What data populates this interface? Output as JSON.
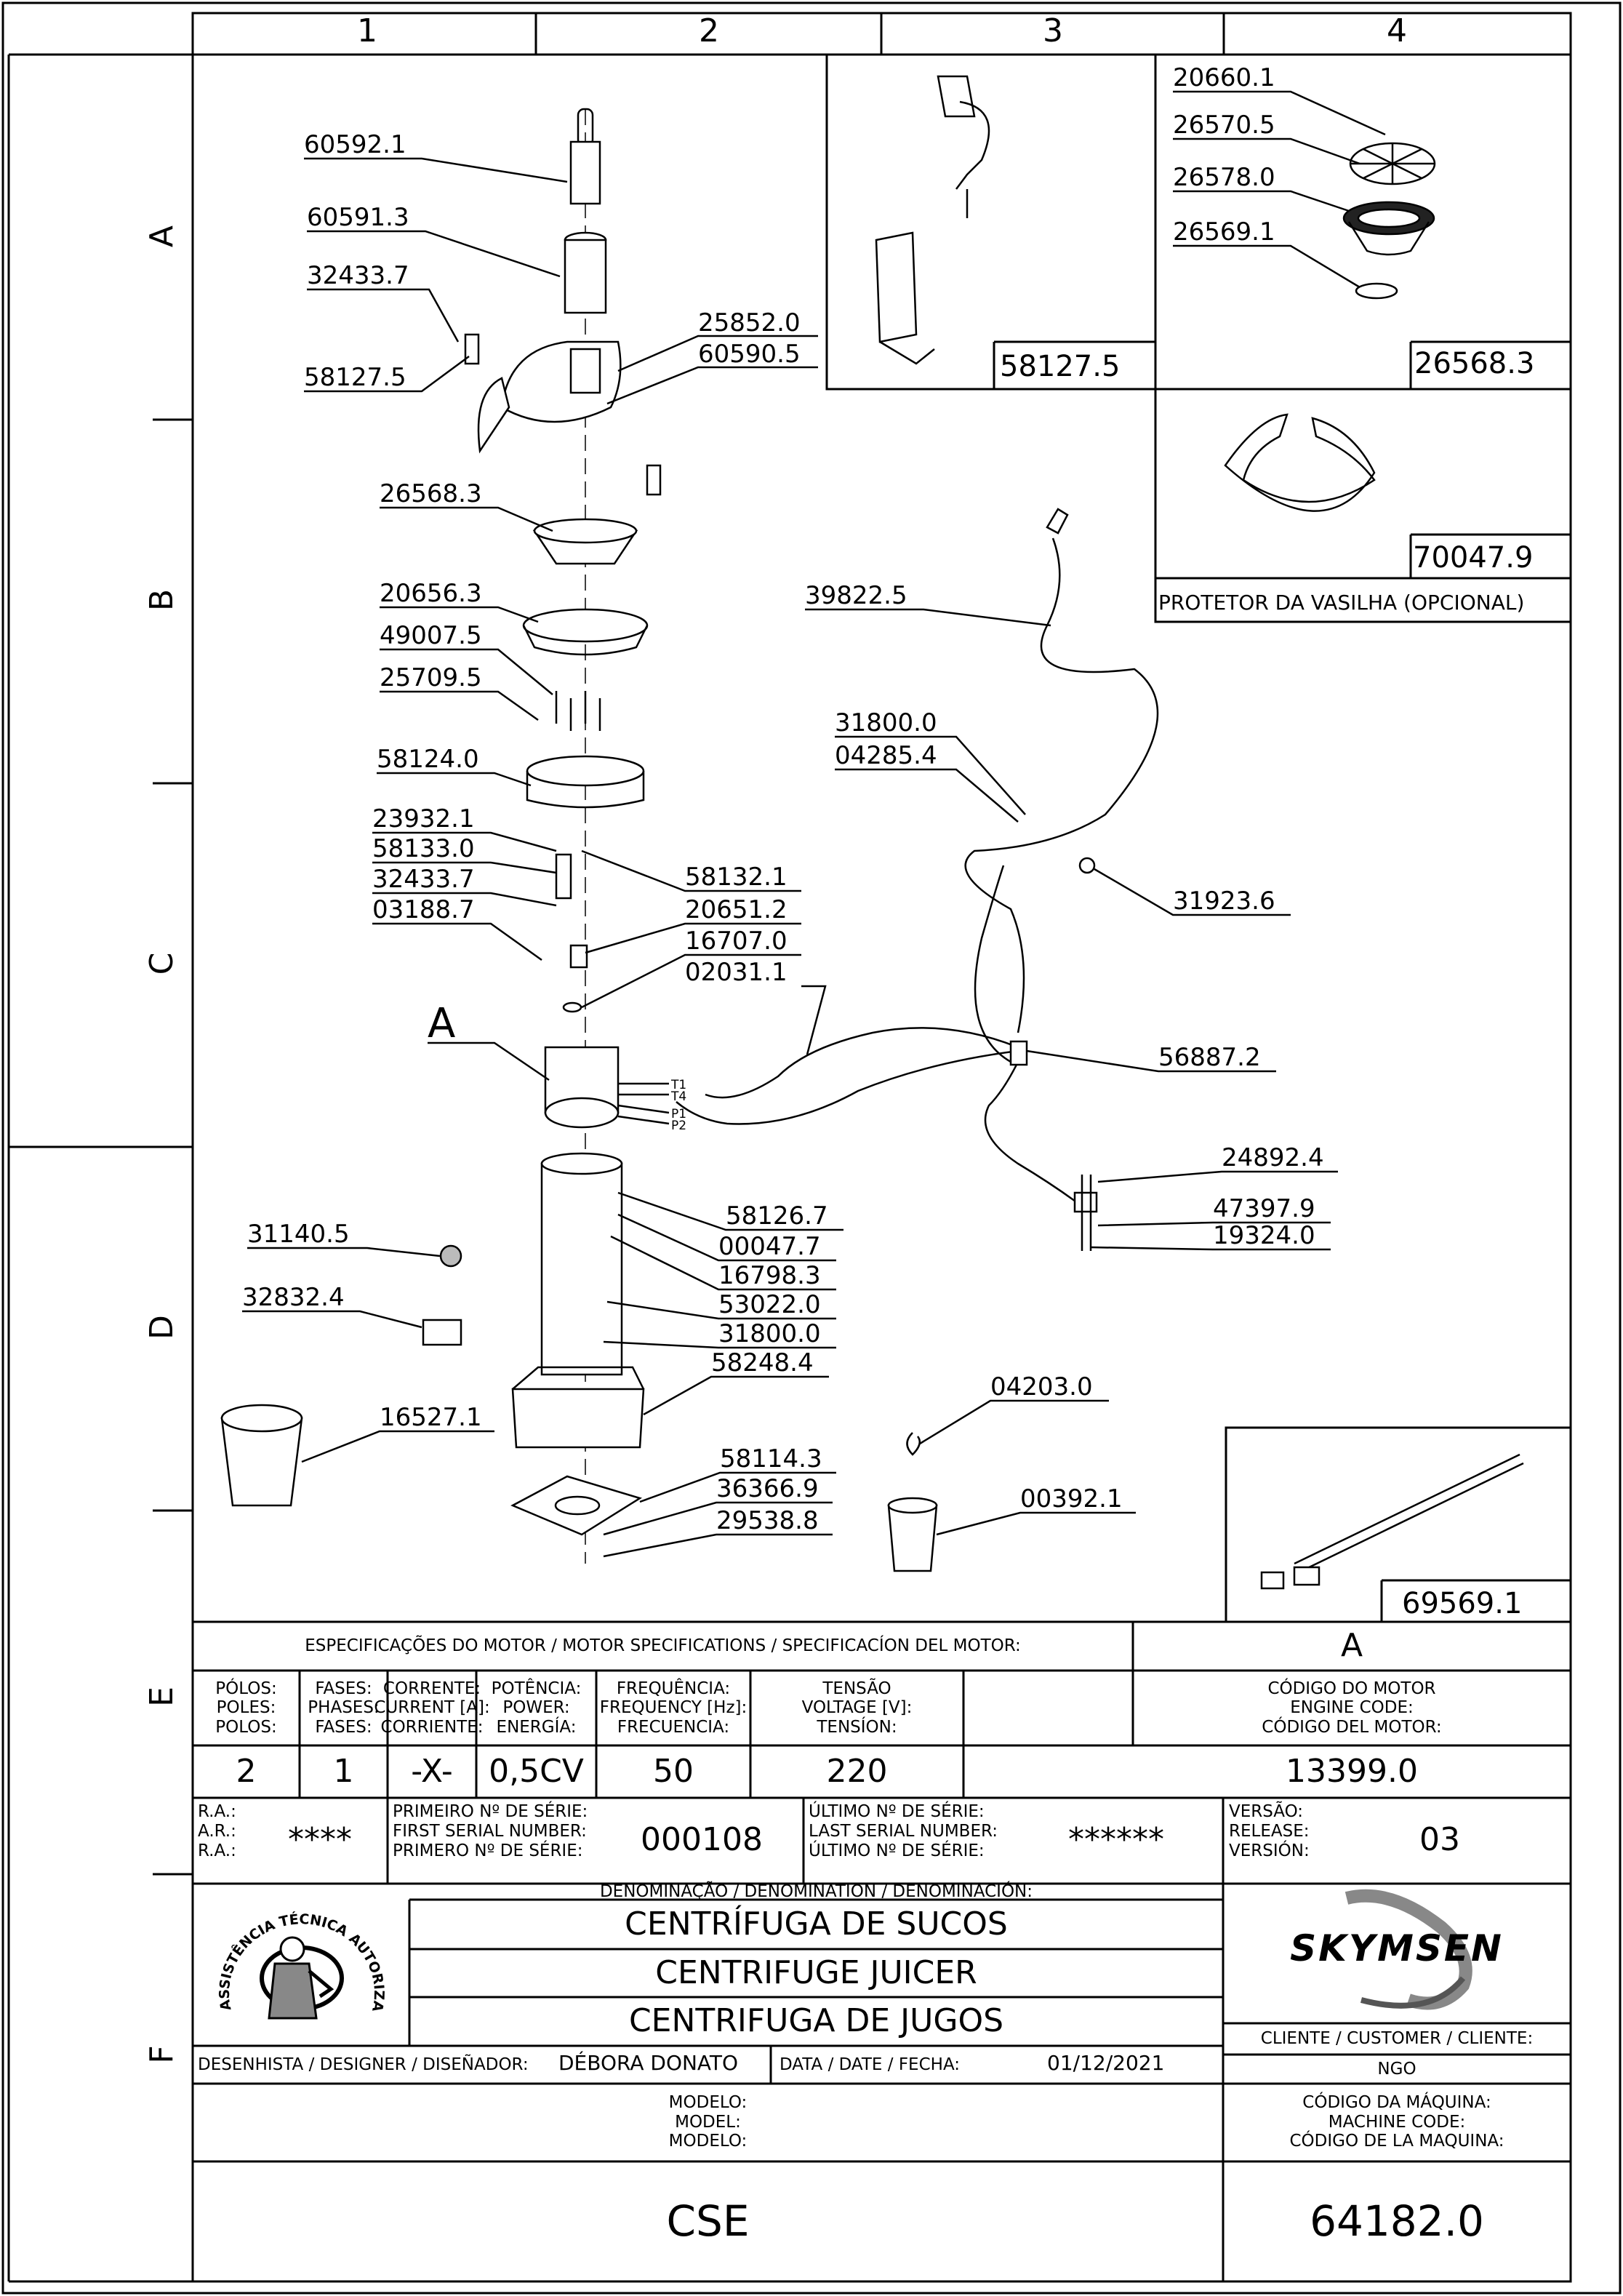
{
  "grid": {
    "columns": [
      "1",
      "2",
      "3",
      "4"
    ],
    "rows": [
      "A",
      "B",
      "C",
      "D",
      "E",
      "F"
    ]
  },
  "callouts": [
    "60592.1",
    "60591.3",
    "32433.7",
    "58127.5",
    "25852.0",
    "60590.5",
    "26568.3",
    "20656.3",
    "49007.5",
    "25709.5",
    "58124.0",
    "23932.1",
    "58133.0",
    "32433.7",
    "03188.7",
    "58132.1",
    "20651.2",
    "16707.0",
    "02031.1",
    "39822.5",
    "31800.0",
    "04285.4",
    "31923.6",
    "56887.2",
    "58126.7",
    "00047.7",
    "16798.3",
    "53022.0",
    "31800.0",
    "58248.4",
    "24892.4",
    "47397.9",
    "19324.0",
    "31140.5",
    "32832.4",
    "16527.1",
    "58114.3",
    "36366.9",
    "29538.8",
    "04203.0",
    "00392.1"
  ],
  "motor_leads": [
    "T1",
    "T4",
    "P1",
    "P2"
  ],
  "detail_main_label": "A",
  "insets": {
    "latch": "58127.5",
    "filter": "26568.3",
    "guard": "70047.9",
    "guard_caption": "PROTETOR DA VASILHA (OPCIONAL)",
    "filter_parts": [
      "20660.1",
      "26570.5",
      "26578.0",
      "26569.1"
    ],
    "cable": "69569.1"
  },
  "motor_specs": {
    "title": "ESPECIFICAÇÕES DO MOTOR / MOTOR SPECIFICATIONS / SPECIFICACÍON DEL MOTOR:",
    "detail_ref": "A",
    "headers": [
      [
        "PÓLOS:",
        "POLES:",
        "POLOS:"
      ],
      [
        "FASES:",
        "PHASES:",
        "FASES:"
      ],
      [
        "CORRENTE:",
        "CURRENT [A]:",
        "CORRIENTE:"
      ],
      [
        "POTÊNCIA:",
        "POWER:",
        "ENERGÍA:"
      ],
      [
        "FREQUÊNCIA:",
        "FREQUENCY [Hz]:",
        "FRECUENCIA:"
      ],
      [
        "TENSÃO",
        "VOLTAGE [V]:",
        "TENSÍON:"
      ],
      [
        "CÓDIGO DO MOTOR",
        "ENGINE CODE:",
        "CÓDIGO DEL MOTOR:"
      ]
    ],
    "values": [
      "2",
      "1",
      "-X-",
      "0,5CV",
      "50",
      "220",
      "13399.0"
    ]
  },
  "serials": {
    "ra_labels": [
      "R.A.:",
      "A.R.:",
      "R.A.:"
    ],
    "ra_value": "****",
    "first_labels": [
      "PRIMEIRO Nº DE SÉRIE:",
      "FIRST SERIAL NUMBER:",
      "PRIMERO Nº DE SÉRIE:"
    ],
    "first_value": "000108",
    "last_labels": [
      "ÚLTIMO Nº DE SÉRIE:",
      "LAST SERIAL NUMBER:",
      "ÚLTIMO Nº DE SÉRIE:"
    ],
    "last_value": "******",
    "version_labels": [
      "VERSÃO:",
      "RELEASE:",
      "VERSIÓN:"
    ],
    "version_value": "03"
  },
  "denomination": {
    "label": "DENOMINAÇÃO / DENOMINATION / DENOMINACIÓN:",
    "lines": [
      "CENTRÍFUGA DE SUCOS",
      "CENTRIFUGE JUICER",
      "CENTRIFUGA DE JUGOS"
    ]
  },
  "seal_text": "ASSISTÊNCIA TÉCNICA AUTORIZADA",
  "brand": "SKYMSEN",
  "designer": {
    "label": "DESENHISTA / DESIGNER / DISEÑADOR:",
    "value": "DÉBORA DONATO"
  },
  "date": {
    "label": "DATA / DATE / FECHA:",
    "value": "01/12/2021"
  },
  "client": {
    "label": "CLIENTE / CUSTOMER / CLIENTE:",
    "value": "NGO"
  },
  "model": {
    "labels": [
      "MODELO:",
      "MODEL:",
      "MODELO:"
    ],
    "value": "CSE"
  },
  "machine_code": {
    "labels": [
      "CÓDIGO DA MÁQUINA:",
      "MACHINE CODE:",
      "CÓDIGO DE LA MAQUINA:"
    ],
    "value": "64182.0"
  }
}
